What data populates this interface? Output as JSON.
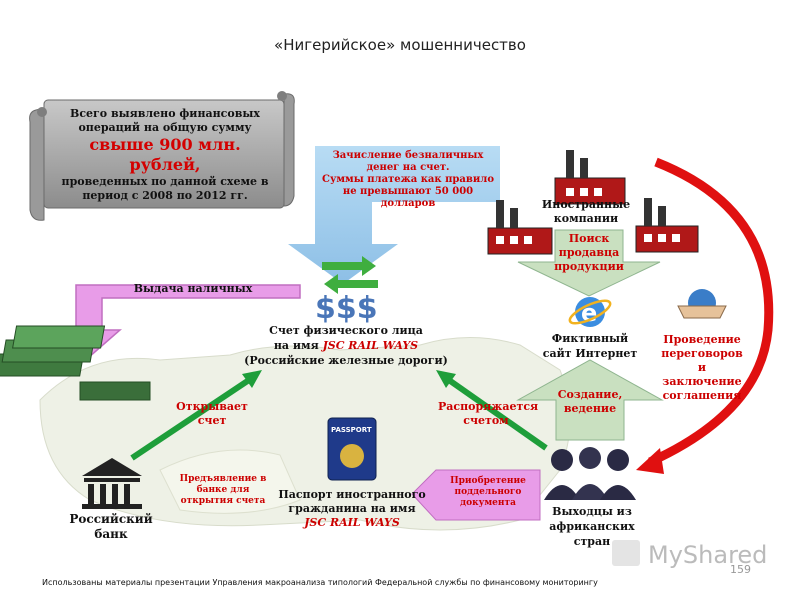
{
  "title": "«Нигерийское» мошенничество",
  "scroll": {
    "line1": "Всего выявлено финансовых",
    "line2": "операций на общую сумму",
    "highlight": "свыше 900 млн. рублей,",
    "line3": "проведенных по данной схеме в",
    "line4": "период с 2008 по 2012 гг."
  },
  "deposit": {
    "line1": "Зачисление безналичных",
    "line2": "денег на счет.",
    "line3": "Суммы платежа как правило",
    "line4": "не превышают 50 000 долларов"
  },
  "cash": "Выдача наличных",
  "account": {
    "line1": "Счет физического лица",
    "line2_prefix": "на имя ",
    "line2_name": "JSC RAIL WAYS",
    "line3": "(Российские железные дороги)"
  },
  "foreign": "Иностранные компании",
  "search": "Поиск продавца продукции",
  "site": "Фиктивный сайт Интернет",
  "negotiation": "Проведение переговоров и заключение соглашения",
  "creation": "Создание, ведение",
  "opens": "Открывает счет",
  "manages": "Распоряжается счетом",
  "bank": "Российский банк",
  "presentation": "Предъявление в банке для открытия счета",
  "passport": {
    "line1": "Паспорт иностранного",
    "line2": "гражданина на имя",
    "line3": "JSC RAIL WAYS",
    "cover": "PASSPORT"
  },
  "forged": "Приобретение поддельного документа",
  "exits": "Выходцы из африканских стран",
  "footer": "Использованы материалы презентации Управления макроанализа типологий Федеральной службы по финансовому мониторингу",
  "page_number": "159",
  "watermark": "MyShared",
  "colors": {
    "accent_red": "#cc0000",
    "arrow_pink": "#e89ce8",
    "arrow_blue": "#9ec9ea",
    "arrow_green": "#1e9e3a",
    "scroll_fill": "#a8a8a8"
  }
}
